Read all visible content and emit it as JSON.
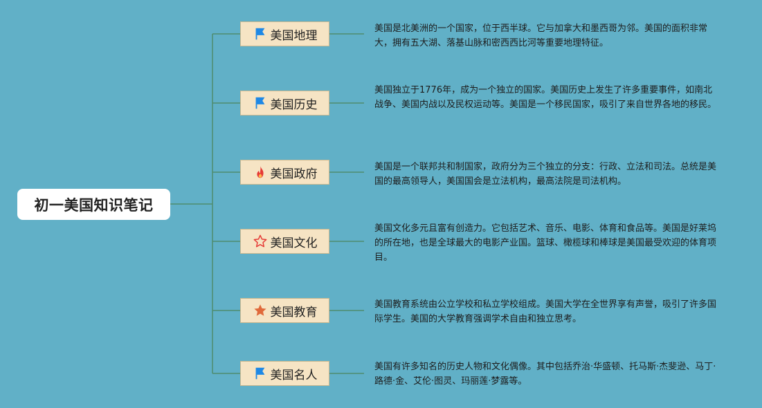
{
  "root": {
    "title": "初一美国知识笔记"
  },
  "branches": [
    {
      "label": "美国地理",
      "icon": "blue-flag-icon",
      "note": "美国是北美洲的一个国家，位于西半球。它与加拿大和墨西哥为邻。美国的面积非常大，拥有五大湖、落基山脉和密西西比河等重要地理特征。"
    },
    {
      "label": "美国历史",
      "icon": "blue-flag-icon",
      "note": "美国独立于1776年，成为一个独立的国家。美国历史上发生了许多重要事件，如南北战争、美国内战以及民权运动等。美国是一个移民国家，吸引了来自世界各地的移民。"
    },
    {
      "label": "美国政府",
      "icon": "fire-icon",
      "note": "美国是一个联邦共和制国家，政府分为三个独立的分支：行政、立法和司法。总统是美国的最高领导人，美国国会是立法机构，最高法院是司法机构。"
    },
    {
      "label": "美国文化",
      "icon": "outline-star-icon",
      "note": "美国文化多元且富有创造力。它包括艺术、音乐、电影、体育和食品等。美国是好莱坞的所在地，也是全球最大的电影产业国。篮球、橄榄球和棒球是美国最受欢迎的体育项目。"
    },
    {
      "label": "美国教育",
      "icon": "filled-star-icon",
      "note": "美国教育系统由公立学校和私立学校组成。美国大学在全世界享有声誉，吸引了许多国际学生。美国的大学教育强调学术自由和独立思考。"
    },
    {
      "label": "美国名人",
      "icon": "blue-flag-icon",
      "note": "美国有许多知名的历史人物和文化偶像。其中包括乔治·华盛顿、托马斯·杰斐逊、马丁·路德·金、艾伦·图灵、玛丽莲·梦露等。"
    }
  ],
  "colors": {
    "background": "#61b0c7",
    "connector": "#4f8c6e",
    "branch_fill": "#f6e4c4",
    "branch_border": "#cdb98f",
    "root_fill": "#ffffff",
    "flag_blue": "#1e88e5",
    "fire_red": "#e53935",
    "star_orange": "#e06a3b"
  }
}
